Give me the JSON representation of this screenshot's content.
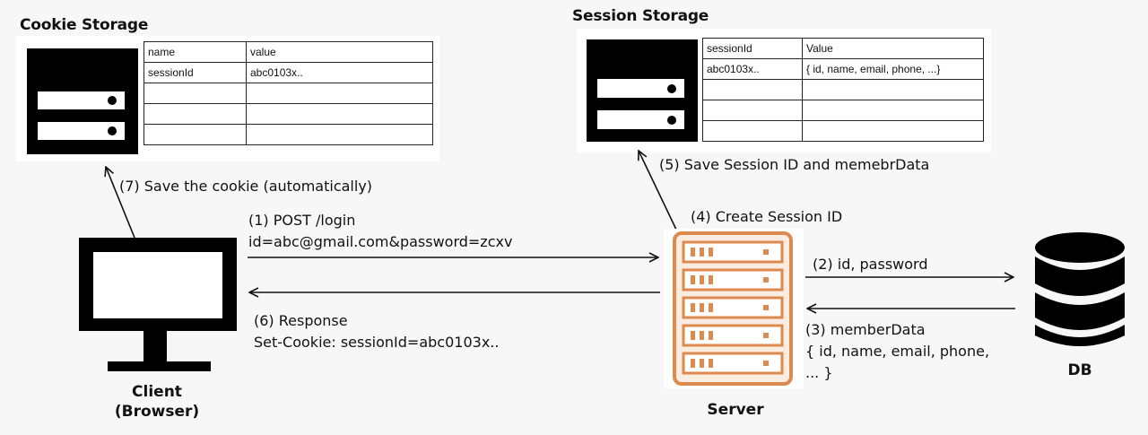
{
  "cookie_storage": {
    "title": "Cookie Storage",
    "headers": [
      "name",
      "value"
    ],
    "rows": [
      [
        "sessionId",
        "abc0103x.."
      ],
      [
        "",
        ""
      ],
      [
        "",
        ""
      ],
      [
        "",
        ""
      ]
    ]
  },
  "session_storage": {
    "title": "Session Storage",
    "headers": [
      "sessionId",
      "Value"
    ],
    "rows": [
      [
        "abc0103x..",
        "{ id, name, email, phone, ...}"
      ],
      [
        "",
        ""
      ],
      [
        "",
        ""
      ],
      [
        "",
        ""
      ]
    ]
  },
  "nodes": {
    "client_line1": "Client",
    "client_line2": "(Browser)",
    "server": "Server",
    "db": "DB"
  },
  "steps": {
    "step1_line1": "(1) POST /login",
    "step1_line2": "id=abc@gmail.com&password=zcxv",
    "step2": "(2) id, password",
    "step3_line1": "(3) memberData",
    "step3_line2": "{ id, name, email, phone,",
    "step3_line3": "... }",
    "step4": "(4) Create Session ID",
    "step5": "(5) Save Session ID and memebrData",
    "step6_line1": "(6)  Response",
    "step6_line2": "Set-Cookie: sessionId=abc0103x..",
    "step7": "(7) Save the cookie (automatically)"
  },
  "colors": {
    "server_orange": "#dd8a4f",
    "server_fill": "#fbece2",
    "icon_black": "#000000",
    "line": "#111111"
  },
  "icons": [
    "storage-icon",
    "monitor-icon",
    "server-icon",
    "database-icon"
  ]
}
